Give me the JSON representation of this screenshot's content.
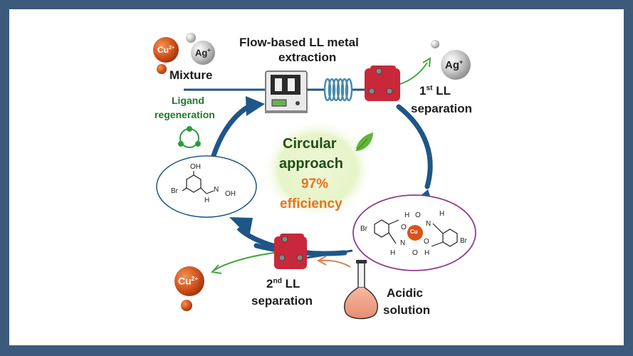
{
  "title": {
    "line1": "Flow-based LL metal",
    "line2": "extraction"
  },
  "labels": {
    "mixture": "Mixture",
    "ligand_line1": "Ligand",
    "ligand_line2": "regeneration",
    "sep1_prefix": "1",
    "sep1_sup": "st",
    "sep1_suffix": " LL",
    "sep1_line2": "separation",
    "sep2_prefix": "2",
    "sep2_sup": "nd",
    "sep2_suffix": " LL",
    "sep2_line2": "separation",
    "acidic_line1": "Acidic",
    "acidic_line2": "solution"
  },
  "center": {
    "line1": "Circular",
    "line2": "approach",
    "line3": "97%",
    "line4": "efficiency"
  },
  "ions": {
    "cu_base": "Cu",
    "cu_charge": "2+",
    "ag_base": "Ag",
    "ag_charge": "+"
  },
  "ligand": {
    "oh": "OH",
    "br": "Br",
    "n": "N",
    "oh2": "OH",
    "h": "H"
  },
  "complex": {
    "br_left": "Br",
    "br_right": "Br",
    "cu": "Cu",
    "h_top": "H",
    "h_bottom": "H",
    "o1": "O",
    "o2": "O",
    "o3": "O",
    "o4": "O",
    "n1": "N",
    "n2": "N",
    "h_o1": "H",
    "h_o2": "H"
  },
  "colors": {
    "background_border": "#3b5a7c",
    "cycle_arrow": "#1f5687",
    "copper": "#d4541c",
    "silver": "#a8a8a8",
    "ligand_green": "#1e7a2a",
    "percent_orange": "#e8731c",
    "dark_green_text": "#1f4f17",
    "complex_border": "#8b3d8f",
    "ligand_border": "#1f5687",
    "separator_red": "#c8283a"
  },
  "icons": [
    "copper-ion-icon",
    "silver-ion-icon",
    "pump-icon",
    "coil-reactor-icon",
    "separator-icon",
    "leaf-icon",
    "flask-icon",
    "cycle-icon"
  ]
}
